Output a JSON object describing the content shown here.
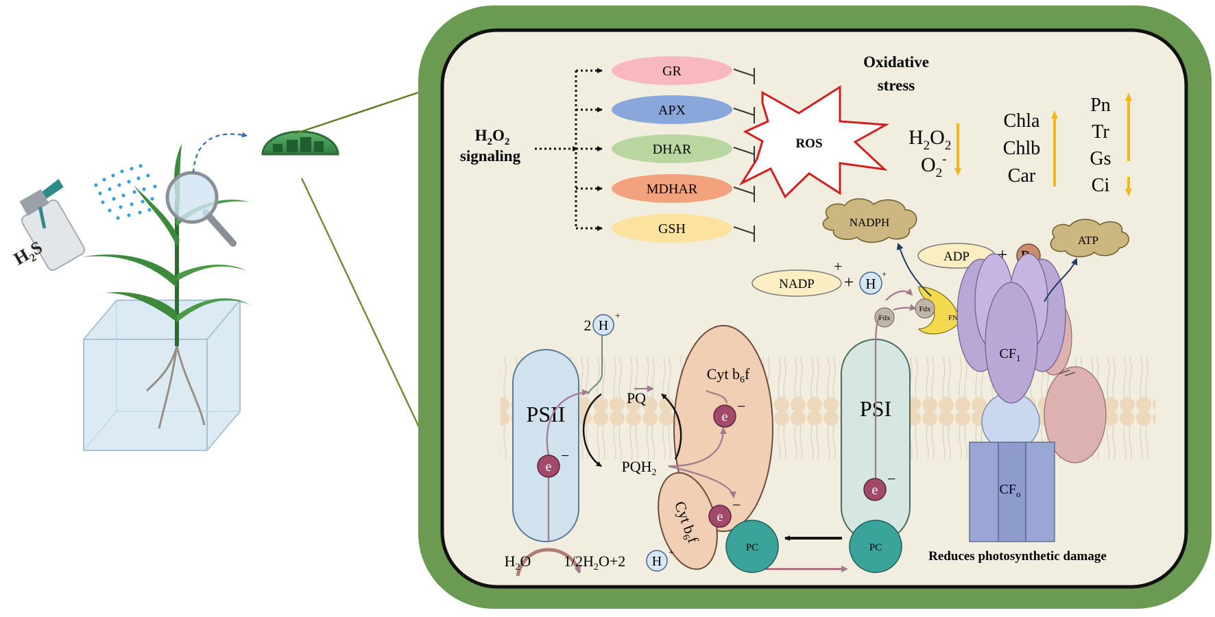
{
  "colors": {
    "outer_frame": "#6b9a52",
    "inner_bg": "#f1eee0",
    "gr": "#f7b8bf",
    "apx": "#8aa7dc",
    "dhar": "#b9d6a0",
    "mdhar": "#f2a37d",
    "gsh": "#fbe29e",
    "ros_outline": "#d21e1e",
    "trend_arrow": "#f3b71a",
    "psii": "#cfe2ee",
    "psi": "#d6e6e0",
    "cyt": "#f0cfb4",
    "pc": "#3aa49a",
    "cf1": "#b9a7d6",
    "cf0": "#9aa6d3",
    "electron": "#a34a6a",
    "membrane_head": "#ecd9bd"
  },
  "left_panel": {
    "spray_label_main": "H",
    "spray_label_sub": "2",
    "spray_label_tail": "S",
    "icons": [
      "spray-bottle-icon",
      "plant-icon",
      "magnifier-icon",
      "chloroplast-icon",
      "water-tank-icon"
    ]
  },
  "signaling": {
    "label_line1_main": "H",
    "label_line1_sub1": "2",
    "label_line1_mid": "O",
    "label_line1_sub2": "2",
    "label_line2": "signaling",
    "enzymes": [
      "GR",
      "APX",
      "DHAR",
      "MDHAR",
      "GSH"
    ]
  },
  "stress": {
    "title_line1": "Oxidative",
    "title_line2": "stress",
    "ros_label": "ROS",
    "species": [
      {
        "main": "H",
        "sub1": "2",
        "mid": "O",
        "sub2": "2"
      },
      {
        "main": "O",
        "sub1": "2",
        "sup": "-"
      }
    ]
  },
  "indicators": {
    "pigments": [
      "Chla",
      "Chlb",
      "Car"
    ],
    "gas_exchange": [
      "Pn",
      "Tr",
      "Gs",
      "Ci"
    ]
  },
  "photosynthesis": {
    "nadph": "NADPH",
    "atp": "ATP",
    "adp": "ADP",
    "plus": "+",
    "pi_main": "P",
    "pi_sub": "i",
    "nadp_main": "NADP",
    "nadp_sup": "+",
    "h_label": "H",
    "h_sup": "+",
    "fdx": "Fdx",
    "fnr": "FNR",
    "cf1_main": "CF",
    "cf1_sub": "1",
    "cf0_main": "CF",
    "cf0_sub": "o",
    "psii": "PSII",
    "psi": "PSI",
    "cyt_main": "Cyt b",
    "cyt_sub": "6",
    "cyt_tail": "f",
    "electron_main": "e",
    "electron_sup": "−",
    "pq": "PQ",
    "pqh2_main": "PQH",
    "pqh2_sub": "2",
    "pc": "PC",
    "two_h_prefix": "2",
    "water_main": "H",
    "water_sub": "2",
    "water_tail": "O",
    "products_prefix": "1/2H",
    "products_sub": "2",
    "products_mid": "O+2",
    "caption": "Reduces photosynthetic damage"
  }
}
